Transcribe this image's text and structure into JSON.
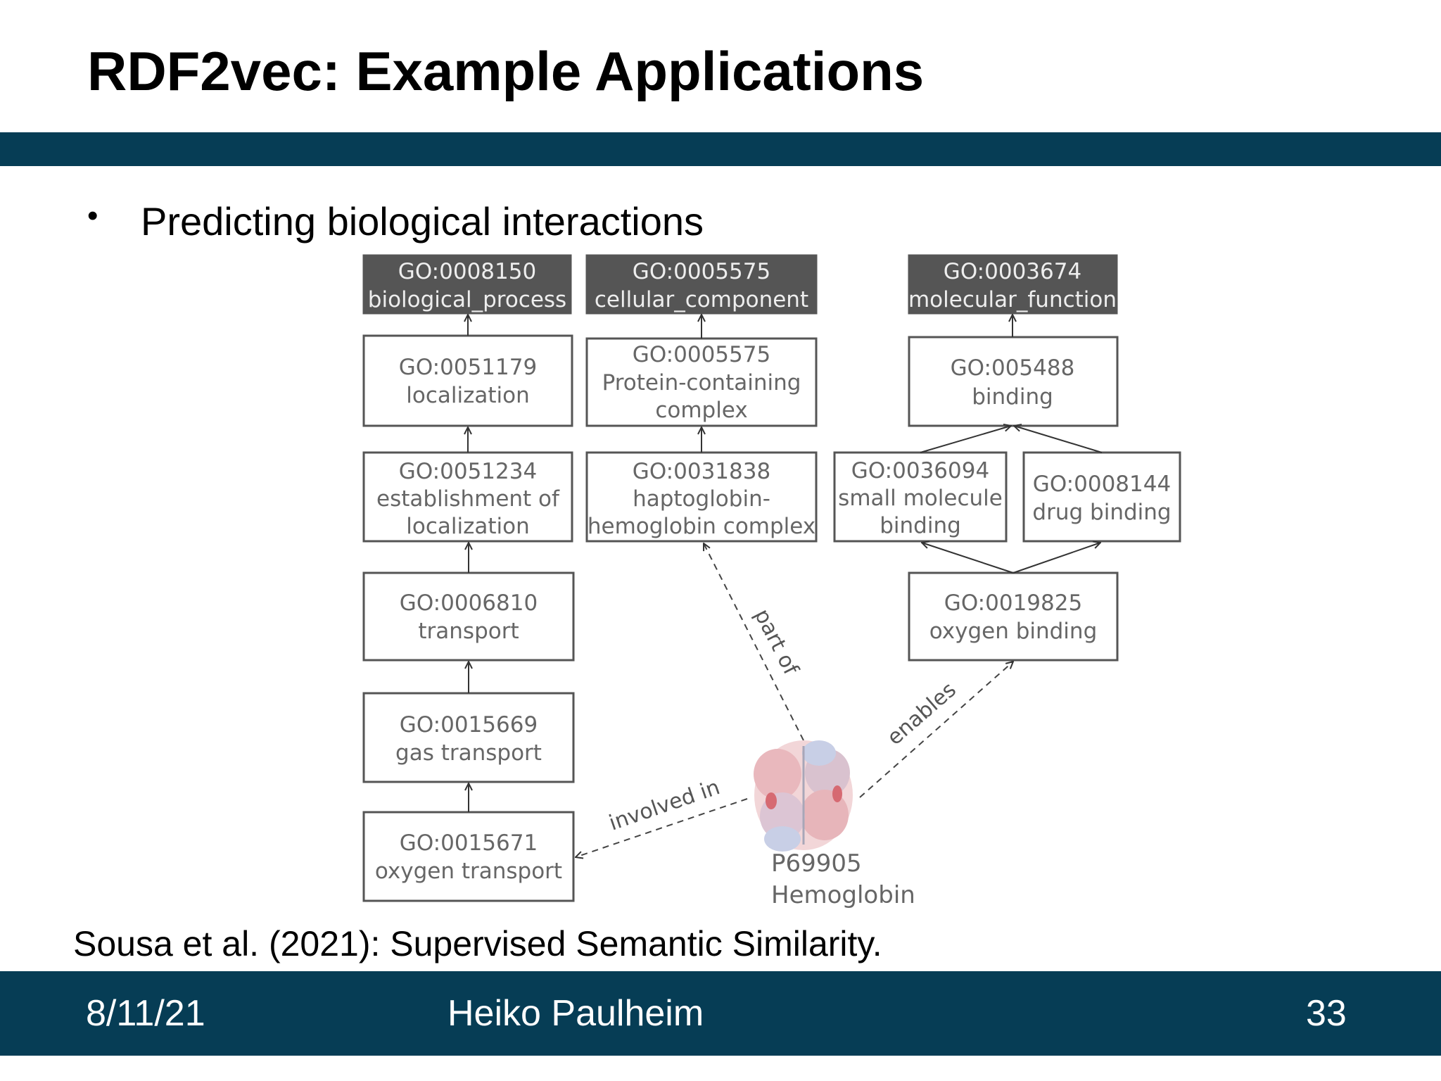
{
  "slide": {
    "title": "RDF2vec: Example Applications",
    "bullet": "Predicting biological interactions",
    "citation": "Sousa et al. (2021): Supervised Semantic Similarity."
  },
  "footer": {
    "date": "8/11/21",
    "author": "Heiko Paulheim",
    "page": "33"
  },
  "diagram": {
    "roots": {
      "bp": [
        "GO:0008150",
        "biological_process"
      ],
      "cc": [
        "GO:0005575",
        "cellular_component"
      ],
      "mf": [
        "GO:0003674",
        "molecular_function"
      ]
    },
    "nodes": {
      "localization": [
        "GO:0051179",
        "localization"
      ],
      "establishment": [
        "GO:0051234",
        "establishment of",
        "localization"
      ],
      "transport": [
        "GO:0006810",
        "transport"
      ],
      "gas_transport": [
        "GO:0015669",
        "gas transport"
      ],
      "oxygen_transport": [
        "GO:0015671",
        "oxygen transport"
      ],
      "protein_complex": [
        "GO:0005575",
        "Protein-containing",
        "complex"
      ],
      "haptoglobin": [
        "GO:0031838",
        "haptoglobin-",
        "hemoglobin complex"
      ],
      "binding": [
        "GO:005488",
        "binding"
      ],
      "small_molecule": [
        "GO:0036094",
        "small molecule",
        "binding"
      ],
      "drug_binding": [
        "GO:0008144",
        "drug binding"
      ],
      "oxygen_binding": [
        "GO:0019825",
        "oxygen binding"
      ]
    },
    "relations": {
      "part_of": "part of",
      "involved_in": "involved in",
      "enables": "enables"
    },
    "protein": {
      "id": "P69905",
      "name": "Hemoglobin"
    }
  },
  "colors": {
    "band": "#063d55",
    "root_fill": "#555555",
    "node_border": "#555555"
  }
}
